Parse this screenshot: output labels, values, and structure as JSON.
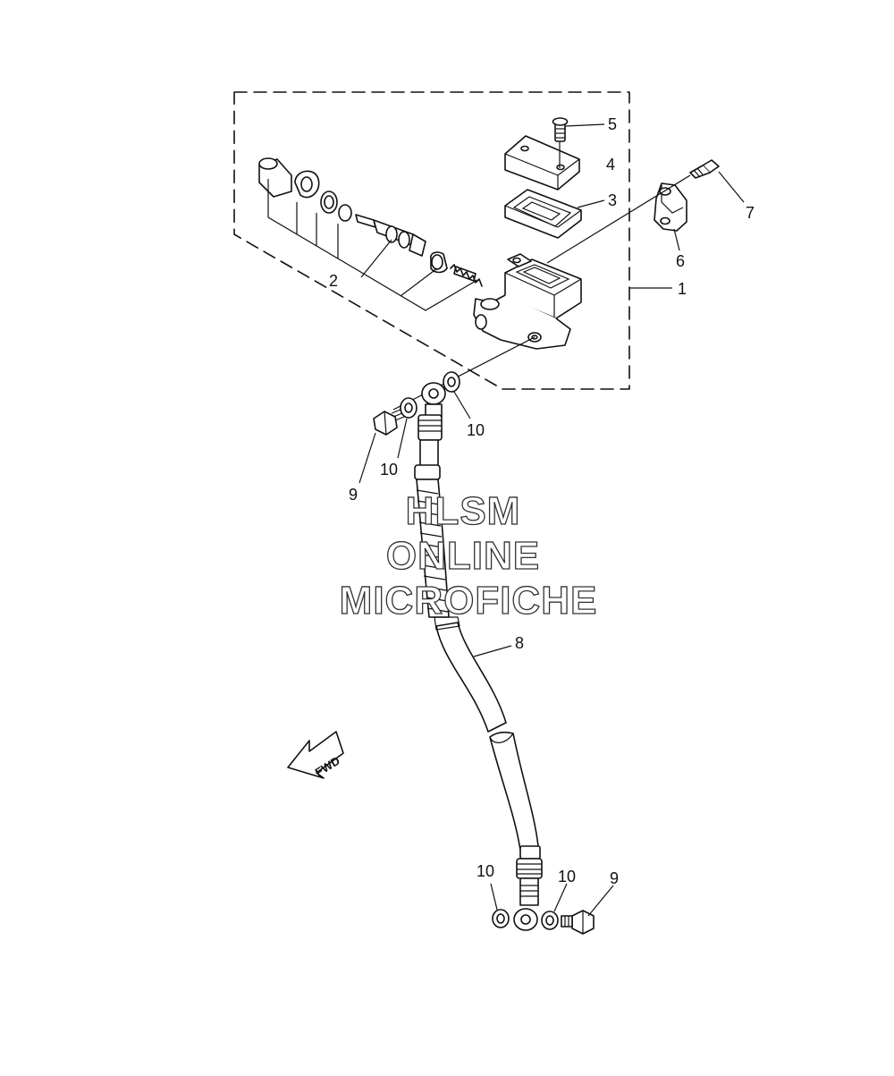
{
  "diagram": {
    "callouts": {
      "c1": "1",
      "c2": "2",
      "c3": "3",
      "c4": "4",
      "c5": "5",
      "c6": "6",
      "c7": "7",
      "c8": "8",
      "c9a": "9",
      "c9b": "9",
      "c10a": "10",
      "c10b": "10",
      "c10c": "10",
      "c10d": "10"
    },
    "fwd_arrow_text": "FWD",
    "watermark": {
      "line1": "HLSM",
      "line2": "ONLINE",
      "line3": "MICROFICHE"
    }
  }
}
